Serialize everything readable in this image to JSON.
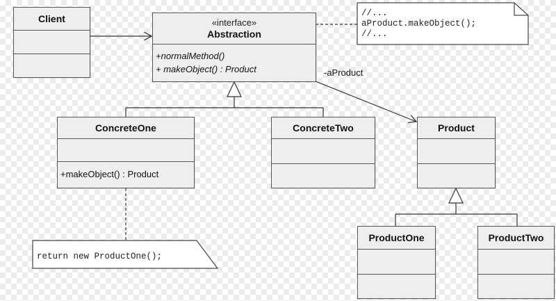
{
  "classes": {
    "client": {
      "name": "Client"
    },
    "abstraction": {
      "stereotype": "«interface»",
      "name": "Abstraction",
      "ops": [
        "+normalMethod()",
        "+ makeObject() : Product"
      ]
    },
    "concrete_one": {
      "name": "ConcreteOne",
      "ops": [
        "+makeObject() : Product"
      ]
    },
    "concrete_two": {
      "name": "ConcreteTwo"
    },
    "product": {
      "name": "Product"
    },
    "product_one": {
      "name": "ProductOne"
    },
    "product_two": {
      "name": "ProductTwo"
    }
  },
  "notes": {
    "abstraction_note": [
      "//...",
      "aProduct.makeObject();",
      "//..."
    ],
    "concrete_one_note": "return new ProductOne();"
  },
  "association": {
    "role": "-aProduct"
  }
}
